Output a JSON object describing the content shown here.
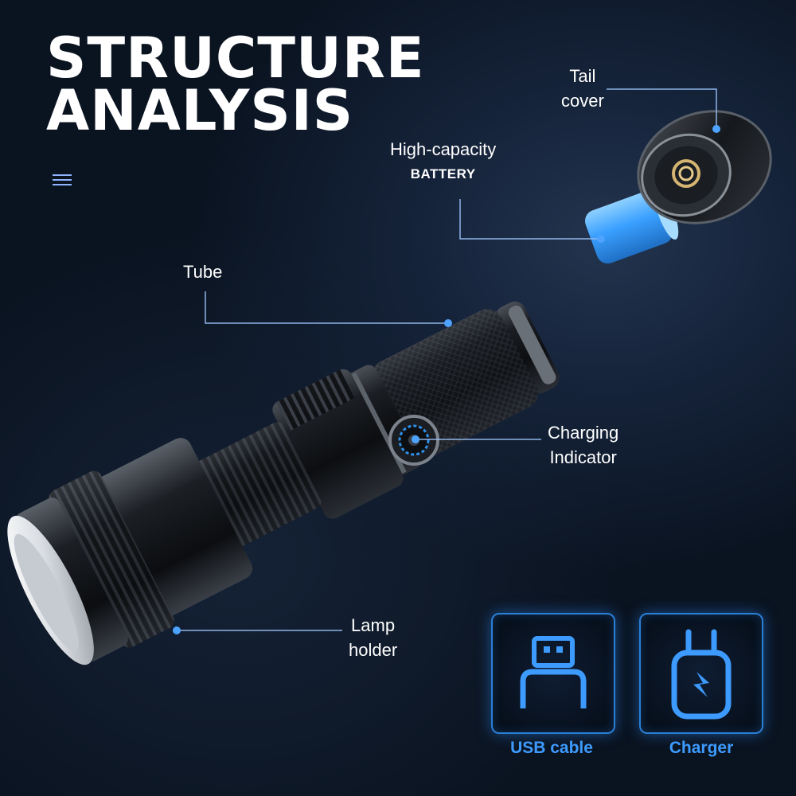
{
  "title": {
    "line1": "STRUCTURE",
    "line2": "ANALYSIS"
  },
  "labels": {
    "tail_cover": [
      "Tail",
      "cover"
    ],
    "battery": [
      "High-capacity",
      "BATTERY"
    ],
    "tube": "Tube",
    "charging_indicator": [
      "Charging",
      "Indicator"
    ],
    "lamp_holder": [
      "Lamp",
      "holder"
    ]
  },
  "accessories": [
    {
      "name": "USB cable",
      "icon": "usb-plug-icon"
    },
    {
      "name": "Charger",
      "icon": "charger-icon"
    }
  ],
  "colors": {
    "accent": "#3d9bff",
    "glow": "#2a7fd6",
    "battery": "#3aa0ff",
    "background": "#0b1524"
  }
}
